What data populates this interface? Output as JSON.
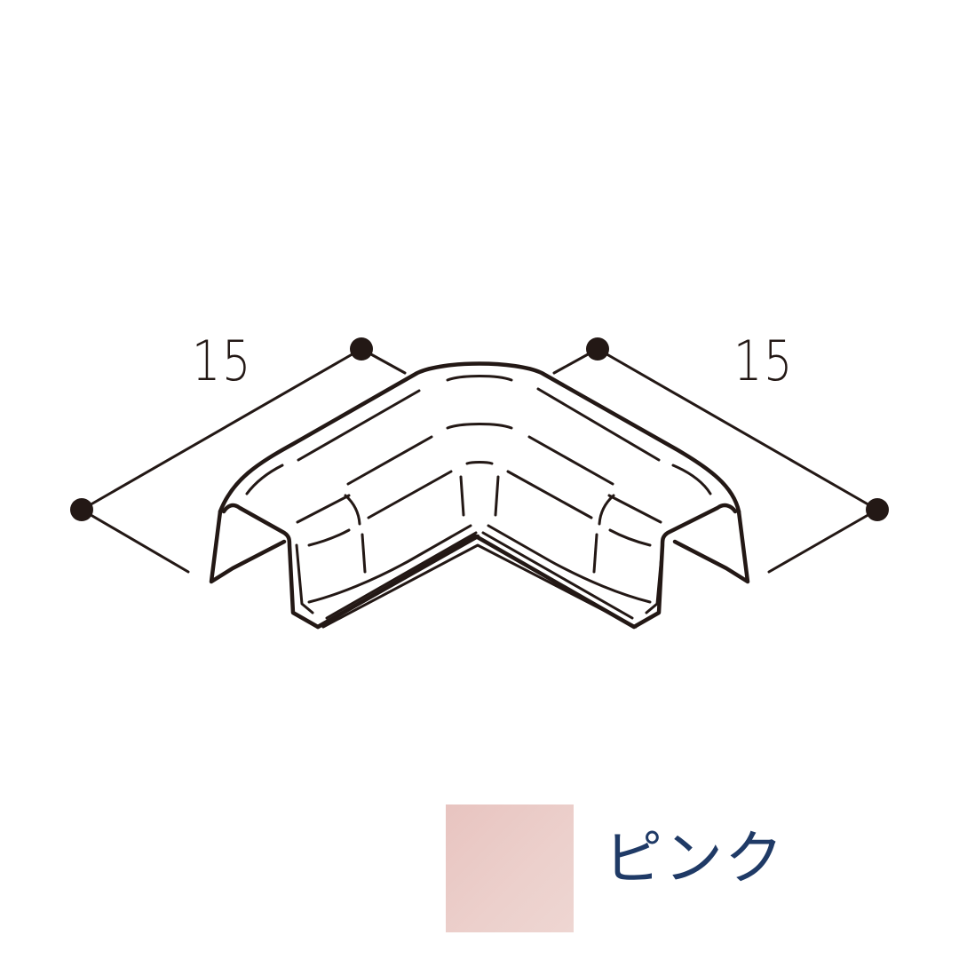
{
  "product": {
    "illustration": "corner-cover-part",
    "dimensions": {
      "left_length": "15",
      "right_length": "15"
    },
    "color": {
      "name": "ピンク",
      "swatch_hex": "#ebcbc7",
      "label_hex": "#1f3a66"
    },
    "line_color": "#231815"
  }
}
